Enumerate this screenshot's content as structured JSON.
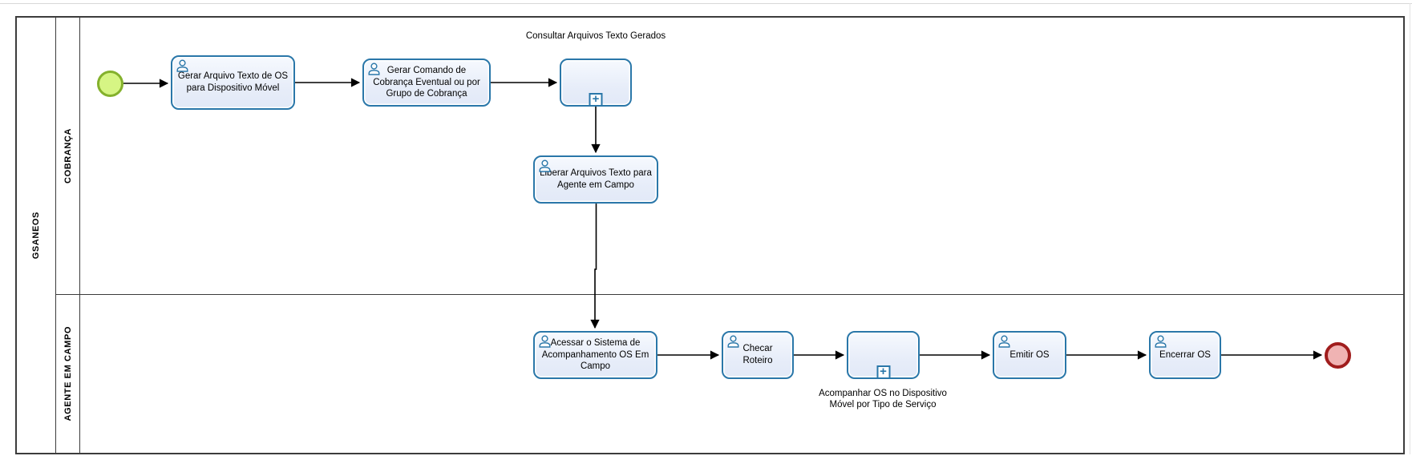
{
  "pool": {
    "label": "GSANEOS"
  },
  "lanes": {
    "cobranca": {
      "label": "COBRANÇA"
    },
    "agente": {
      "label": "AGENTE EM CAMPO"
    }
  },
  "nodes": {
    "start": {
      "type": "start-event"
    },
    "task_gerar_arquivo": {
      "label": "Gerar Arquivo Texto de OS para Dispositivo Móvel",
      "icon": "user-icon"
    },
    "task_gerar_comando": {
      "label": "Gerar Comando de Cobrança Eventual ou por Grupo de Cobrança",
      "icon": "user-icon"
    },
    "subprocess_consultar": {
      "label": "Consultar Arquivos Texto Gerados",
      "marker": "+"
    },
    "task_liberar": {
      "label": "Liberar Arquivos Texto para Agente em Campo",
      "icon": "user-icon"
    },
    "task_acessar": {
      "label": "Acessar o Sistema de Acompanhamento OS Em Campo",
      "icon": "user-icon"
    },
    "task_checar": {
      "label": "Checar Roteiro",
      "icon": "user-icon"
    },
    "subprocess_acompanhar": {
      "label": "Acompanhar OS no Dispositivo Móvel por Tipo de Serviço",
      "marker": "+"
    },
    "task_emitir": {
      "label": "Emitir OS",
      "icon": "user-icon"
    },
    "task_encerrar": {
      "label": "Encerrar OS",
      "icon": "user-icon"
    },
    "end": {
      "type": "end-event"
    }
  },
  "colors": {
    "task_border": "#2a77a9",
    "task_fill": "#e9eefa",
    "start_fill": "#d6f584",
    "start_border": "#84b12c",
    "end_fill": "#f0b3b3",
    "end_border": "#a01d1d",
    "flow_line": "#000000",
    "frame_line": "#3c3c3c"
  }
}
